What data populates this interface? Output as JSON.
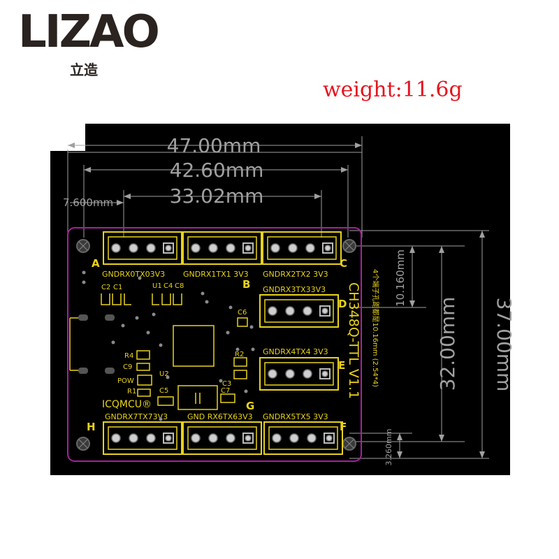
{
  "brand": {
    "name": "LIZAO",
    "sub": "立造"
  },
  "weight_label": "weight:11.6g",
  "colors": {
    "board": "#000000",
    "silk": "#e8d21c",
    "outline": "#a4229a",
    "dim": "#a0a0a0",
    "weight": "#e5141e"
  },
  "dimensions": {
    "w_47": "47.00mm",
    "w_42": "42.60mm",
    "w_33": "33.02mm",
    "w_7": "7.600mm",
    "h_37": "37.00mm",
    "h_32": "32.00mm",
    "h_10": "10.160mm",
    "h_3": "3.260mm"
  },
  "board": {
    "title": "CH348Q-TTL V1.1",
    "note": "4个端子孔距都是10.16mm (2.54*4)",
    "brand_mark": "ICQMCU®",
    "connectors": [
      {
        "label": "GNDRX0TX03V3",
        "letter": "A"
      },
      {
        "label": "GNDRX1TX1 3V3",
        "letter": "B"
      },
      {
        "label": "GNDRX2TX2 3V3",
        "letter": "C"
      },
      {
        "label": "GNDRX3TX33V3",
        "letter": "D"
      },
      {
        "label": "GNDRX4TX4 3V3",
        "letter": "E"
      },
      {
        "label": "GNDRX5TX5 3V3",
        "letter": "F"
      },
      {
        "label": "GND RX6TX63V3",
        "letter": "G"
      },
      {
        "label": "GNDRX7TX73V3",
        "letter": "H"
      }
    ],
    "designators": {
      "c2": "C2",
      "c1": "C1",
      "u1": "U1",
      "c4": "C4",
      "c8": "C8",
      "c6": "C6",
      "r2": "R2",
      "c3": "C3",
      "c7": "C7",
      "r4": "R4",
      "c9": "C9",
      "pow": "POW",
      "u2": "U2",
      "r1": "R1",
      "c5": "C5"
    }
  }
}
